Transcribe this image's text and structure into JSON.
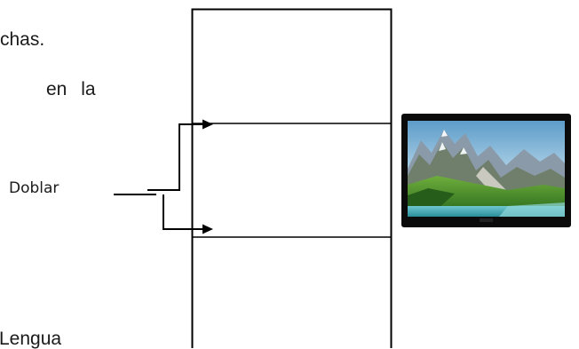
{
  "document": {
    "text_fragments": {
      "top": "chas.",
      "middle": "en   la",
      "bottom": "Lengua"
    },
    "diagram": {
      "fold_label": "Doblar",
      "panel_count": 3,
      "line_color": "#000000"
    },
    "image": {
      "subject": "television-landscape",
      "bezel_color": "#0b0b0b"
    }
  }
}
